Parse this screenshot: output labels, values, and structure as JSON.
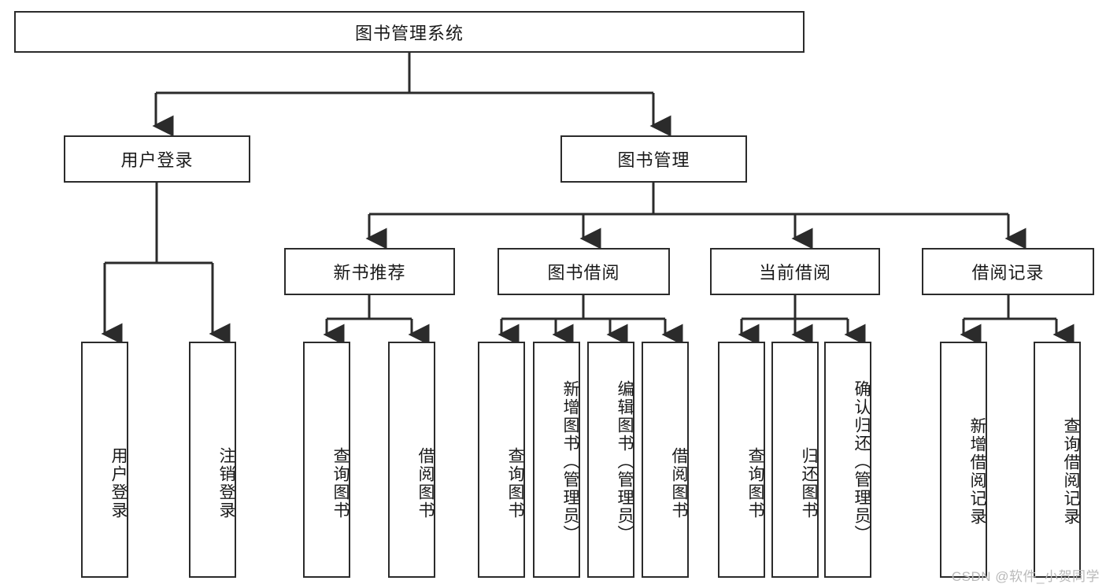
{
  "diagram": {
    "type": "tree-hierarchy",
    "title": "图书管理系统",
    "watermark": "CSDN @软件_小贺同学",
    "colors": {
      "stroke": "#2b2b2b",
      "fill": "#ffffff",
      "text": "#1a1a1a",
      "watermark": "#b9b9b9"
    },
    "levels": {
      "root": "图书管理系统",
      "level2": [
        "用户登录",
        "图书管理"
      ],
      "level3": [
        "新书推荐",
        "图书借阅",
        "当前借阅",
        "借阅记录"
      ]
    },
    "nodes": {
      "root": {
        "label": "图书管理系统"
      },
      "user_login": {
        "label": "用户登录"
      },
      "book_manage": {
        "label": "图书管理"
      },
      "new_book_rec": {
        "label": "新书推荐"
      },
      "book_borrow": {
        "label": "图书借阅"
      },
      "current_borrow": {
        "label": "当前借阅"
      },
      "borrow_record": {
        "label": "借阅记录"
      },
      "leaf_user_login": {
        "label": "用户登录"
      },
      "leaf_user_logout": {
        "label": "注销登录"
      },
      "leaf_rec_query": {
        "label": "查询图书"
      },
      "leaf_rec_borrow": {
        "label": "借阅图书"
      },
      "leaf_borrow_query": {
        "label": "查询图书"
      },
      "leaf_borrow_add": {
        "label": "新增图书（管理员）"
      },
      "leaf_borrow_edit": {
        "label": "编辑图书（管理员）"
      },
      "leaf_borrow_lend": {
        "label": "借阅图书"
      },
      "leaf_cur_query": {
        "label": "查询图书"
      },
      "leaf_cur_return": {
        "label": "归还图书"
      },
      "leaf_cur_confirm": {
        "label": "确认归还（管理员）"
      },
      "leaf_rec_add": {
        "label": "新增借阅记录"
      },
      "leaf_rec_query_record": {
        "label": "查询借阅记录"
      }
    },
    "edges": [
      {
        "from": "root",
        "to": "user_login"
      },
      {
        "from": "root",
        "to": "book_manage"
      },
      {
        "from": "user_login",
        "to": "leaf_user_login"
      },
      {
        "from": "user_login",
        "to": "leaf_user_logout"
      },
      {
        "from": "book_manage",
        "to": "new_book_rec"
      },
      {
        "from": "book_manage",
        "to": "book_borrow"
      },
      {
        "from": "book_manage",
        "to": "current_borrow"
      },
      {
        "from": "book_manage",
        "to": "borrow_record"
      },
      {
        "from": "new_book_rec",
        "to": "leaf_rec_query"
      },
      {
        "from": "new_book_rec",
        "to": "leaf_rec_borrow"
      },
      {
        "from": "book_borrow",
        "to": "leaf_borrow_query"
      },
      {
        "from": "book_borrow",
        "to": "leaf_borrow_add"
      },
      {
        "from": "book_borrow",
        "to": "leaf_borrow_edit"
      },
      {
        "from": "book_borrow",
        "to": "leaf_borrow_lend"
      },
      {
        "from": "current_borrow",
        "to": "leaf_cur_query"
      },
      {
        "from": "current_borrow",
        "to": "leaf_cur_return"
      },
      {
        "from": "current_borrow",
        "to": "leaf_cur_confirm"
      },
      {
        "from": "borrow_record",
        "to": "leaf_rec_add"
      },
      {
        "from": "borrow_record",
        "to": "leaf_rec_query_record"
      }
    ]
  }
}
